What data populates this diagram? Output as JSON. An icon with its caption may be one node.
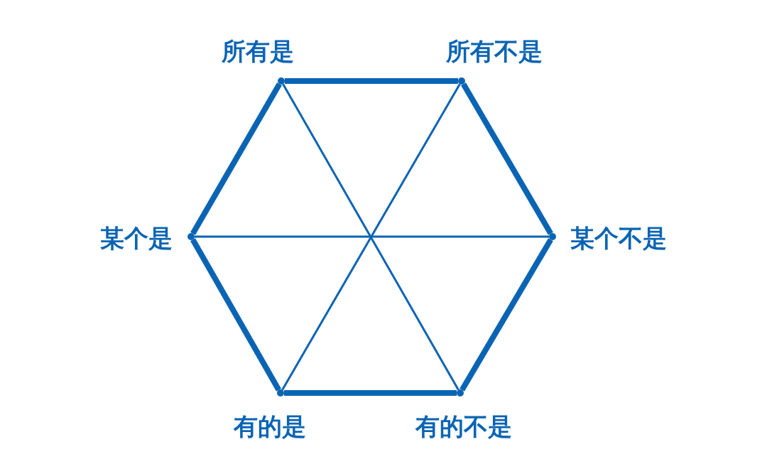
{
  "diagram": {
    "nodes": [
      {
        "text": [],
        "shape": "dot",
        "beside": [
          "所有是"
        ]
      },
      {
        "text": [],
        "shape": "dot",
        "beside": [
          "所有不是"
        ]
      },
      {
        "text": [],
        "shape": "dot",
        "beside": [
          "某个是"
        ]
      },
      {
        "text": [],
        "shape": "dot",
        "beside": [
          "某个不是"
        ]
      },
      {
        "text": [],
        "shape": "dot",
        "beside": [
          "有的是"
        ]
      },
      {
        "text": [],
        "shape": "dot",
        "beside": [
          "有的不是"
        ]
      }
    ],
    "edges": [
      {
        "from": 0,
        "to": 1,
        "arrow": "none"
      },
      {
        "from": 1,
        "to": 3,
        "arrow": "none"
      },
      {
        "from": 3,
        "to": 5,
        "arrow": "none"
      },
      {
        "from": 5,
        "to": 4,
        "arrow": "none"
      },
      {
        "from": 4,
        "to": 2,
        "arrow": "none"
      },
      {
        "from": 2,
        "to": 0,
        "arrow": "none"
      },
      {
        "from": 0,
        "to": 5,
        "arrow": "none"
      },
      {
        "from": 1,
        "to": 4,
        "arrow": "none"
      },
      {
        "from": 2,
        "to": 3,
        "arrow": "none"
      }
    ]
  }
}
